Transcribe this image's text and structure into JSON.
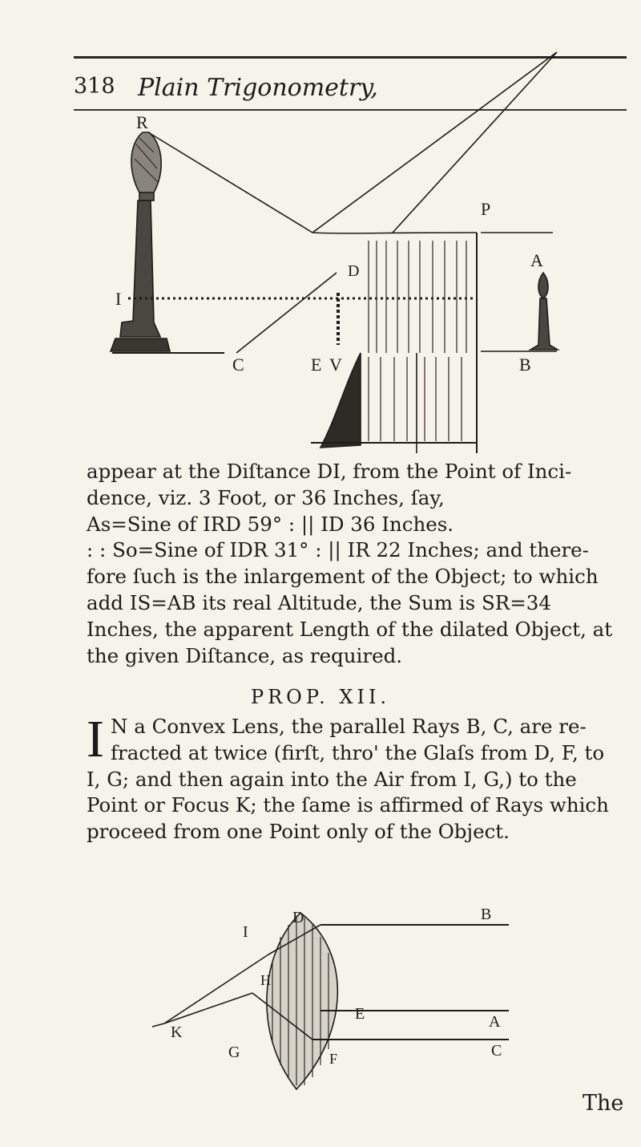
{
  "header": {
    "page_number": "318",
    "running_title": "Plain Trigonometry,"
  },
  "figure1": {
    "labels": {
      "r": "R",
      "p": "P",
      "a": "A",
      "i": "I",
      "d": "D",
      "c": "C",
      "e": "E",
      "v": "V",
      "b": "B"
    }
  },
  "paragraph1": {
    "lines": [
      "appear at the Diſtance DI, from the Point of Inci-",
      "dence, viz. 3 Foot, or 36 Inches, ſay,",
      "As=Sine of IRD 59° : || ID 36 Inches.",
      ": : So=Sine of IDR 31° : || IR 22 Inches; and there-",
      "fore ſuch is the inlargement of the Object; to which",
      "add IS=AB its real Altitude, the Sum is SR=34",
      "Inches, the apparent Length of the dilated Object, at",
      "the given Diſtance, as required."
    ]
  },
  "heading": "PROP. XII.",
  "paragraph2": {
    "dropcap": "I",
    "text": "N a Convex Lens, the parallel Rays B, C, are re-fracted at twice (firſt, thro' the Glaſs from D, F, to I, G; and then again into the Air from I, G,) to the Point or Focus K; the ſame is affirmed of Rays which proceed from one Point only of the Object."
  },
  "figure2": {
    "labels": {
      "d": "D",
      "i": "I",
      "b": "B",
      "h": "H",
      "k": "K",
      "e": "E",
      "a": "A",
      "g": "G",
      "f": "F",
      "c": "C"
    }
  },
  "catchword": "The"
}
